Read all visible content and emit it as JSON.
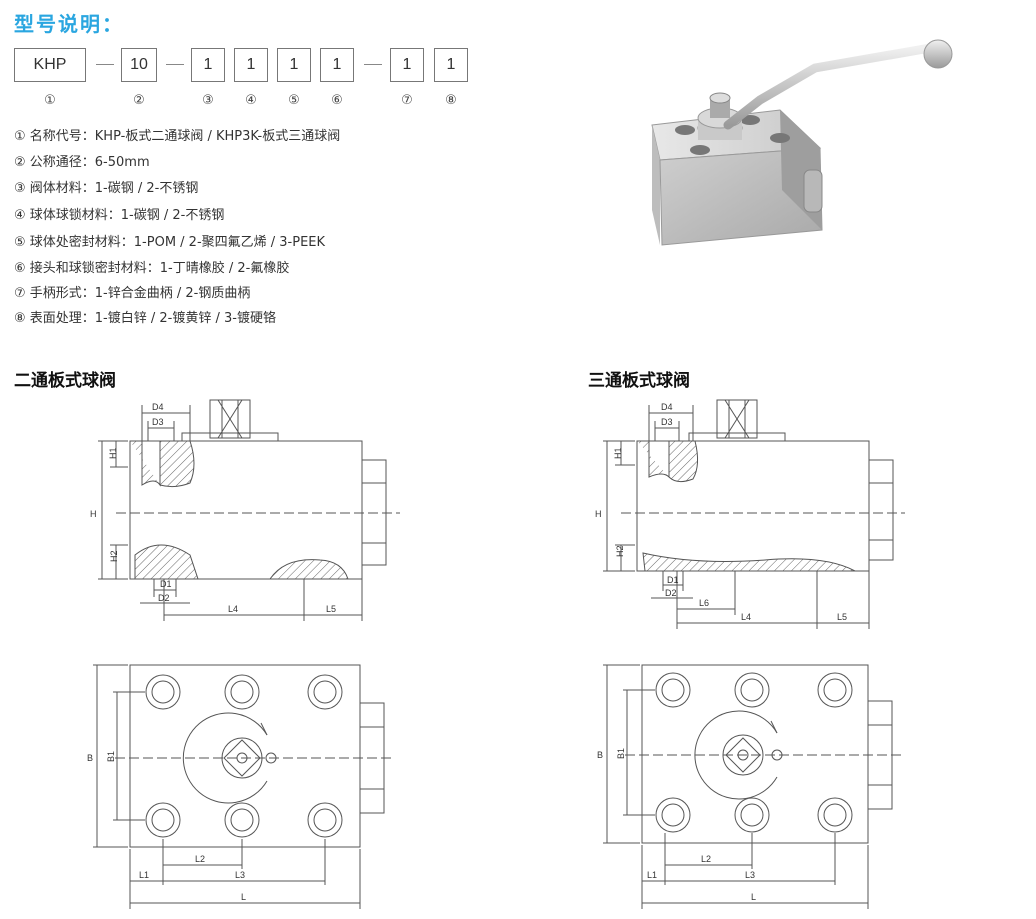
{
  "title": "型号说明：",
  "code_boxes": [
    "KHP",
    "10",
    "1",
    "1",
    "1",
    "1",
    "1",
    "1"
  ],
  "dash": "—",
  "code_numbers": [
    "①",
    "②",
    "③",
    "④",
    "⑤",
    "⑥",
    "⑦",
    "⑧"
  ],
  "descriptions": [
    "① 名称代号：KHP-板式二通球阀 / KHP3K-板式三通球阀",
    "② 公称通径：6-50mm",
    "③ 阀体材料：1-碳钢 / 2-不锈钢",
    "④ 球体球锁材料：1-碳钢 / 2-不锈钢",
    "⑤ 球体处密封材料：1-POM / 2-聚四氟乙烯 / 3-PEEK",
    "⑥ 接头和球锁密封材料：1-丁晴橡胶 / 2-氟橡胶",
    "⑦ 手柄形式：1-锌合金曲柄 / 2-钢质曲柄",
    "⑧ 表面处理：1-镀白锌 / 2-镀黄锌 / 3-镀硬铬"
  ],
  "section_left": "二通板式球阀",
  "section_right": "三通板式球阀",
  "dims": {
    "D4": "D4",
    "D3": "D3",
    "H1": "H1",
    "H": "H",
    "H2": "H2",
    "D1": "D1",
    "D2": "D2",
    "L4": "L4",
    "L5": "L5",
    "L6": "L6",
    "B": "B",
    "B1": "B1",
    "L2": "L2",
    "L1": "L1",
    "L3": "L3",
    "L": "L"
  },
  "colors": {
    "title": "#2aa6e0",
    "line": "#555555",
    "hatch": "#666666"
  }
}
